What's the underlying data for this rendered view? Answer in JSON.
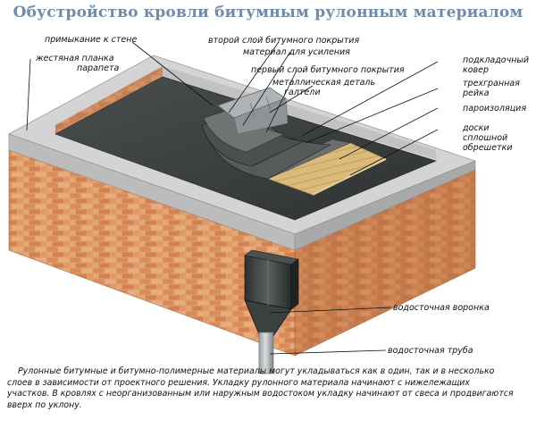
{
  "title": "Обустройство кровли битумным рулонным материалом",
  "labels": {
    "wall_abutment": "примыкание к стене",
    "parapet_strip_1": "жестяная планка",
    "parapet_strip_2": "парапета",
    "second_layer": "второй слой битумного покрытия",
    "reinforcement": "материал для усиления",
    "first_layer": "первый слой битумного покрытия",
    "metal_part_1": "металлическая деталь",
    "metal_part_2": "галтели",
    "underlay_1": "подкладочный",
    "underlay_2": "ковер",
    "triangle_1": "трехгранная",
    "triangle_2": "рейка",
    "vapor_barrier": "пароизоляция",
    "boards_1": "доски",
    "boards_2": "сплошной",
    "boards_3": "обрешетки",
    "funnel": "водосточная воронка",
    "pipe": "водосточная труба"
  },
  "caption": [
    "Рулонные битумные и битумно-полимерные материалы могут укладываться как в один, так и в несколько",
    "слоев в зависимости от проектного решения. Укладку рулонного материала начинают с нижележащих",
    "участков. В кровлях с неорганизованным или наружным водостоком укладку начинают от свеса и продвигаются",
    "вверх по уклону."
  ],
  "colors": {
    "title": "#6f8ba8",
    "brick": "#d48a5a",
    "brick_light": "#e9b487",
    "coping": "#d2d2d2",
    "roof": "#3a3d3d",
    "boards": "#d9b777"
  }
}
